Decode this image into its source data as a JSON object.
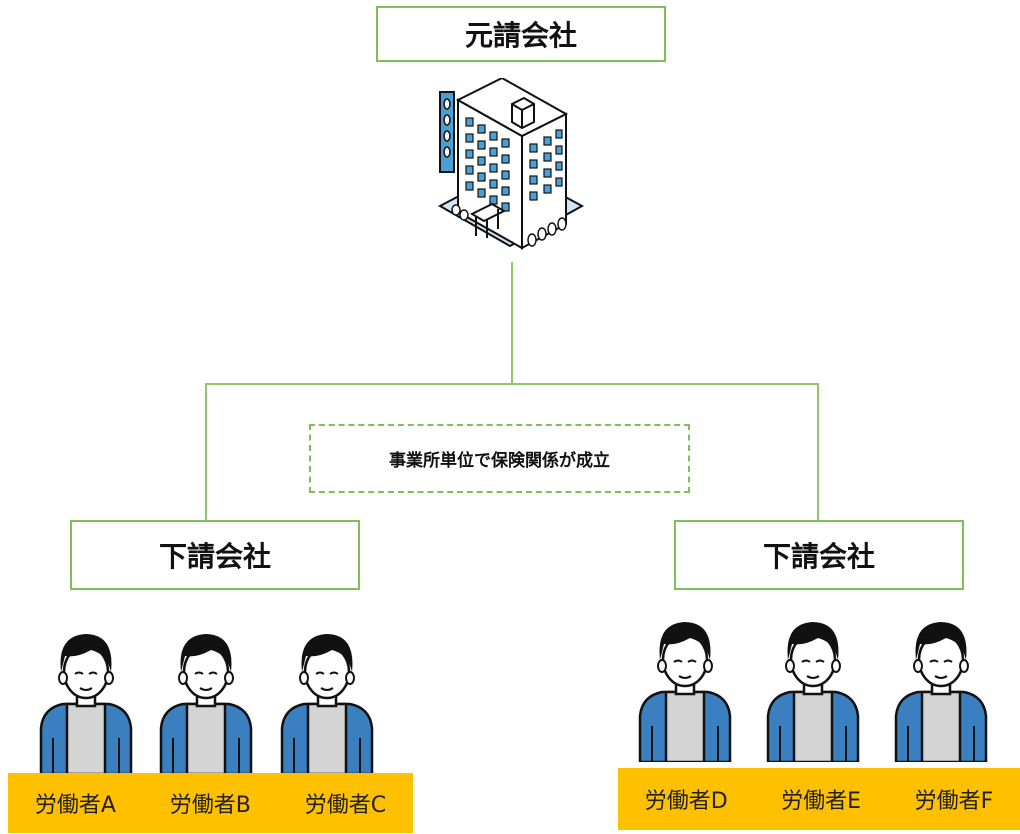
{
  "top": {
    "label": "元請会社"
  },
  "note": {
    "label": "事業所単位で保険関係が成立"
  },
  "subcontractors": [
    {
      "label": "下請会社",
      "workers": [
        "労働者A",
        "労働者B",
        "労働者C"
      ]
    },
    {
      "label": "下請会社",
      "workers": [
        "労働者D",
        "労働者E",
        "労働者F"
      ]
    }
  ],
  "icons": {
    "building": "office-building-icon",
    "worker": "person-icon"
  },
  "colors": {
    "box_border": "#7fbf5a",
    "connector": "#8fc86a",
    "worker_bar": "#ffc000",
    "jacket": "#3a7fc0",
    "building_accent": "#4a9fd6"
  }
}
